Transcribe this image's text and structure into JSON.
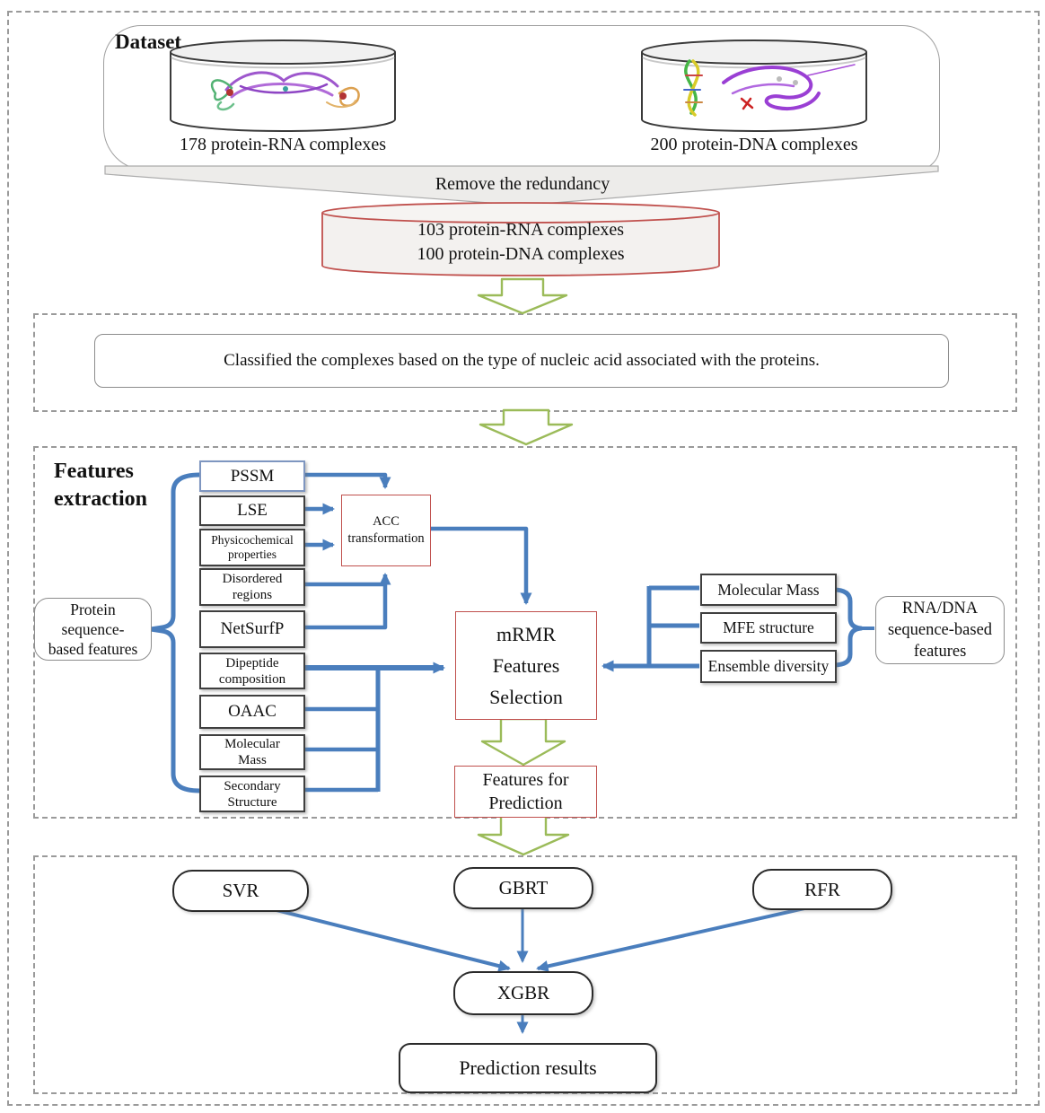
{
  "colors": {
    "accent_blue": "#4a7ebd",
    "accent_green": "#9bbb59",
    "accent_red": "#c0504d"
  },
  "dataset": {
    "title": "Dataset",
    "rna_source_label": "178 protein-RNA complexes",
    "dna_source_label": "200 protein-DNA complexes",
    "funnel_label": "Remove the redundancy",
    "filtered": {
      "line1": "103 protein-RNA complexes",
      "line2": "100 protein-DNA complexes"
    }
  },
  "classification": {
    "text": "Classified the complexes based on the type of nucleic acid  associated with the proteins."
  },
  "features": {
    "title_line1": "Features",
    "title_line2": "extraction",
    "protein_group": {
      "line1": "Protein",
      "line2": "sequence-",
      "line3": "based features"
    },
    "pssm": "PSSM",
    "lse": "LSE",
    "phys": {
      "line1": "Physicochemical",
      "line2": "properties"
    },
    "disordered": {
      "line1": "Disordered",
      "line2": "regions"
    },
    "netsurfp": "NetSurfP",
    "dipeptide": {
      "line1": "Dipeptide",
      "line2": "composition"
    },
    "oaac": "OAAC",
    "molecular_mass_left": {
      "line1": "Molecular",
      "line2": "Mass"
    },
    "secondary": {
      "line1": "Secondary",
      "line2": "Structure"
    },
    "acc": {
      "line1": "ACC",
      "line2": "transformation"
    },
    "mrmr": {
      "line1": "mRMR",
      "line2": "Features",
      "line3": "Selection"
    },
    "molecular_mass_right": "Molecular Mass",
    "mfe": "MFE structure",
    "ensemble": "Ensemble diversity",
    "rnadna_group": {
      "line1": "RNA/DNA",
      "line2": "sequence-based",
      "line3": "features"
    },
    "features_for_prediction": {
      "line1": "Features for",
      "line2": "Prediction"
    }
  },
  "models": {
    "svr": "SVR",
    "gbrt": "GBRT",
    "rfr": "RFR",
    "xgbr": "XGBR",
    "prediction": "Prediction results"
  }
}
